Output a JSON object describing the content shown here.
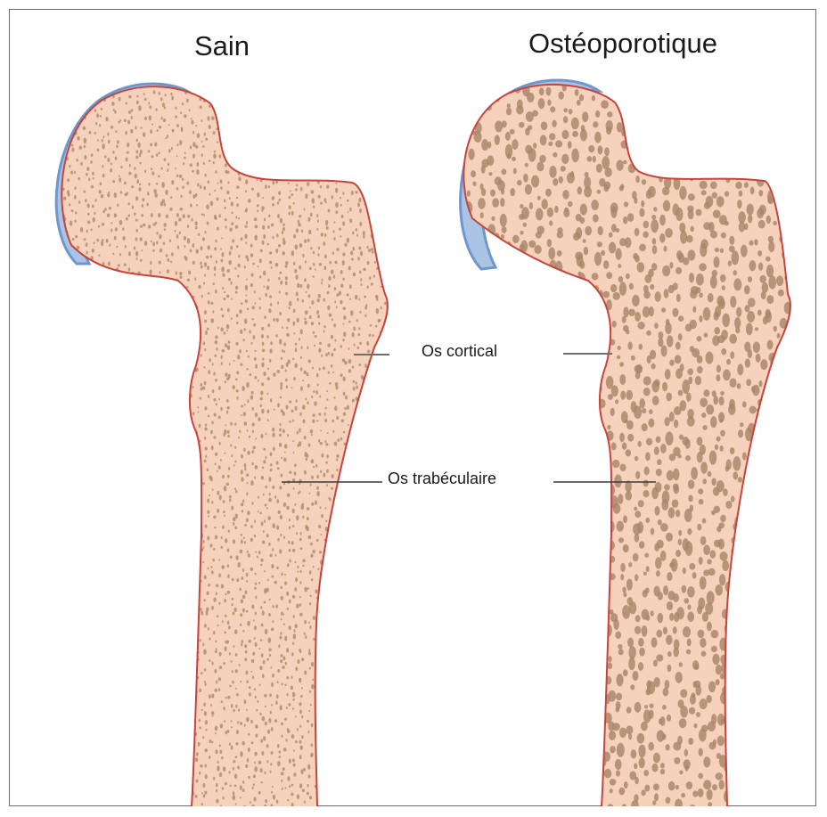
{
  "titles": {
    "healthy": "Sain",
    "osteoporotic": "Ostéoporotique"
  },
  "labels": {
    "cortical": "Os cortical",
    "trabecular": "Os trabéculaire"
  },
  "colors": {
    "bone_fill": "#f6d2bc",
    "cortex_outline": "#c8443c",
    "cartilage": "#a9c4e4",
    "cartilage_edge": "#6f97cc",
    "pore": "#a88466",
    "leader_line": "#6e6e6e",
    "frame": "#6b6b6b"
  }
}
